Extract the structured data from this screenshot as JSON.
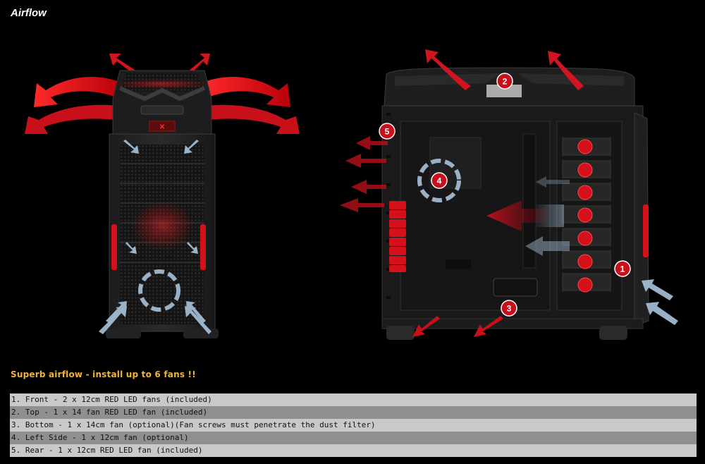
{
  "page": {
    "title": "Airflow",
    "tagline": "Superb airflow - install up to 6 fans !!"
  },
  "fan_list": [
    "1. Front - 2 x 12cm RED LED fans (included)",
    "2. Top - 1 x 14 fan RED LED fan (included)",
    "3. Bottom - 1 x 14cm fan (optional)(Fan screws must penetrate the dust filter)",
    "4. Left Side - 1 x 12cm fan (optional)",
    "5. Rear - 1 x 12cm RED LED fan (included)"
  ],
  "badges": [
    "1",
    "2",
    "3",
    "4",
    "5"
  ],
  "colors": {
    "background": "#000000",
    "accent_red": "#d4111a",
    "tagline": "#f0b43c",
    "row_light": "#c9c9c9",
    "row_dark": "#8f8f8f",
    "airflow_blue": "#a9c4dc"
  }
}
